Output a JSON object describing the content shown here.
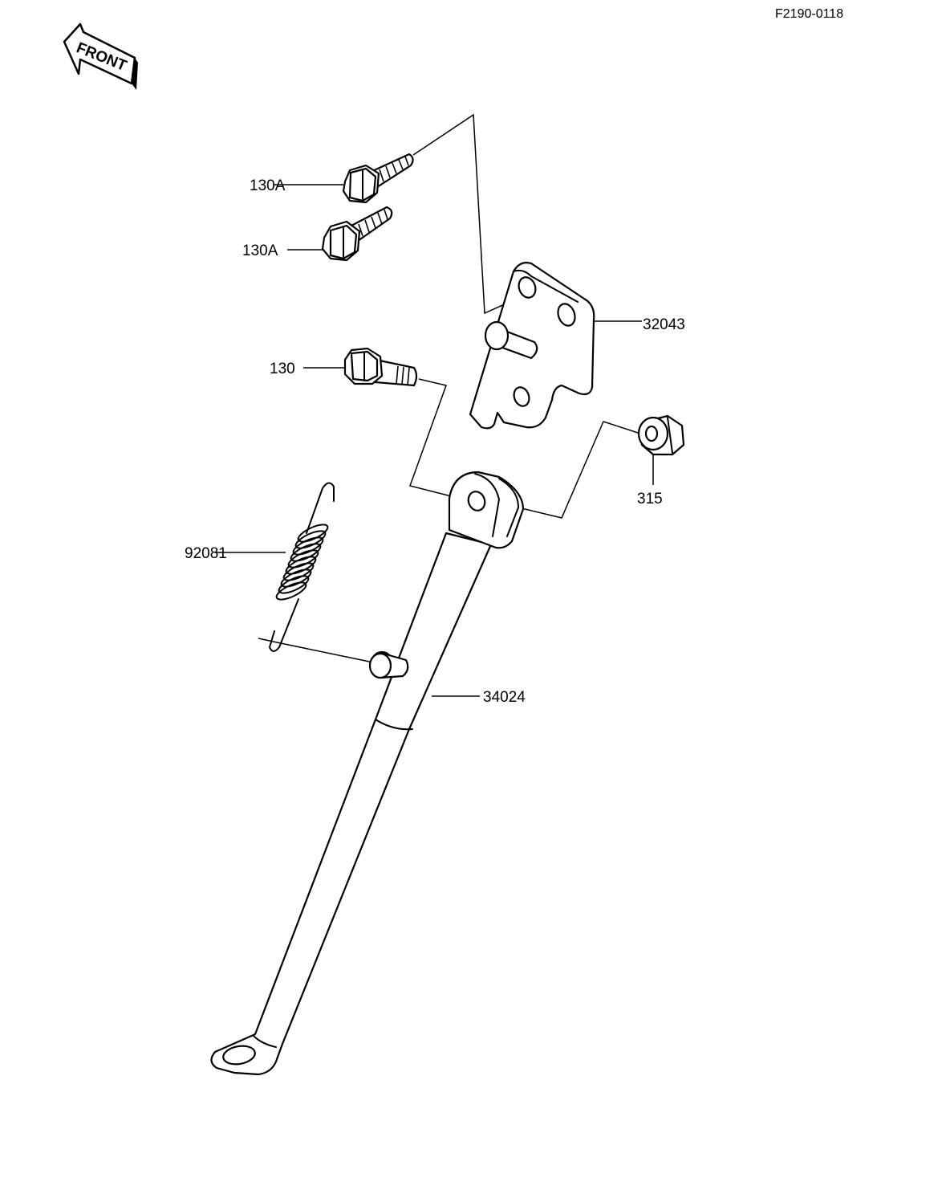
{
  "diagram_code": "F2190-0118",
  "front_arrow_label": "FRONT",
  "parts": {
    "bolt_upper": "130A",
    "bolt_lower": "130A",
    "bracket": "32043",
    "pivot_bolt": "130",
    "nut": "315",
    "spring": "92081",
    "side_stand": "34024"
  }
}
